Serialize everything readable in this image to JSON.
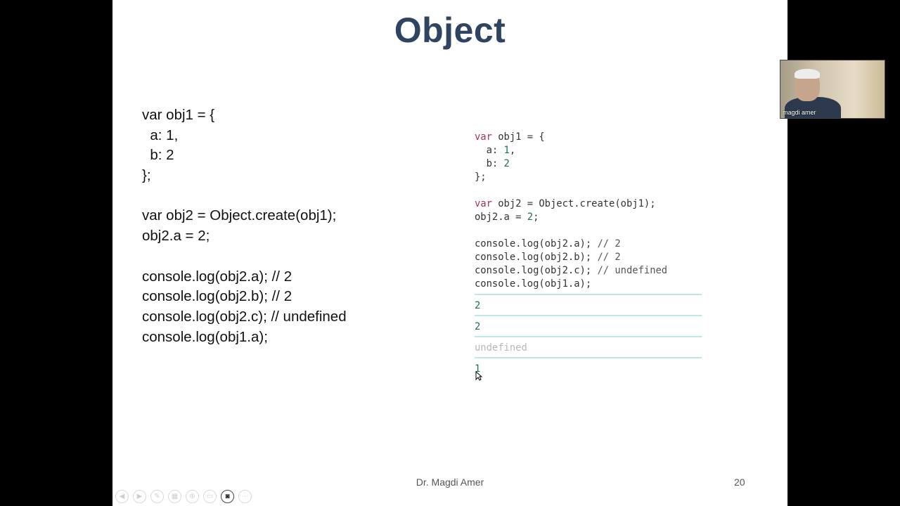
{
  "slide": {
    "title": "Object",
    "left_code": [
      "var obj1 = {",
      "  a: 1,",
      "  b: 2",
      "};",
      "",
      "var obj2 = Object.create(obj1);",
      "obj2.a = 2;",
      "",
      "console.log(obj2.a); // 2",
      "console.log(obj2.b); // 2",
      "console.log(obj2.c); // undefined",
      "console.log(obj1.a);"
    ],
    "right_code": {
      "line1_kw": "var",
      "line1_rest": " obj1 = {",
      "line2_pre": "  a: ",
      "line2_num": "1",
      "line2_post": ",",
      "line3_pre": "  b: ",
      "line3_num": "2",
      "line4": "};",
      "line5_kw": "var",
      "line5_rest": " obj2 = Object.create(obj1);",
      "line6_pre": "obj2.a = ",
      "line6_num": "2",
      "line6_post": ";",
      "line7_code": "console.log(obj2.a); ",
      "line7_cm": "// 2",
      "line8_code": "console.log(obj2.b); ",
      "line8_cm": "// 2",
      "line9_code": "console.log(obj2.c); ",
      "line9_cm": "// undefined",
      "line10_code": "console.log(obj1.a);"
    },
    "console_output": [
      "2",
      "2",
      "undefined",
      "1"
    ],
    "footer": "Dr. Magdi Amer",
    "page_number": "20"
  },
  "video": {
    "participant_name": "magdi amer"
  },
  "toolbar_icons": [
    "prev-icon",
    "next-icon",
    "pen-icon",
    "slides-icon",
    "zoom-icon",
    "subtitles-icon",
    "camera-icon",
    "more-icon"
  ]
}
